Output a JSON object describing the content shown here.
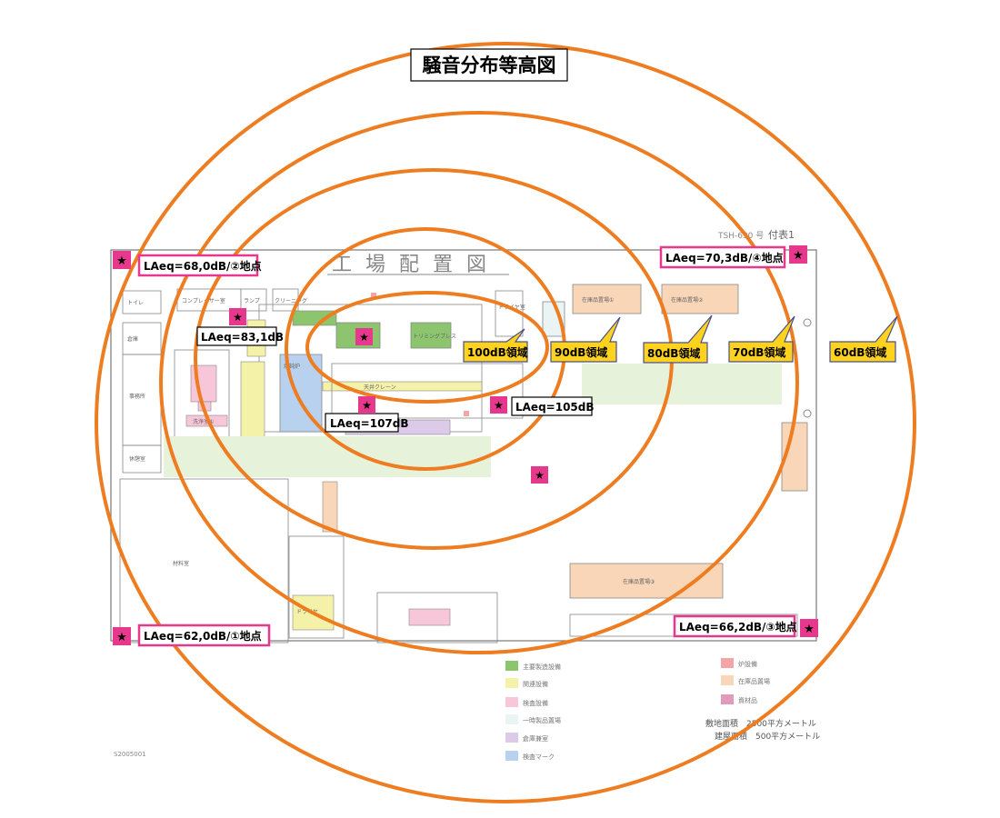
{
  "title": "騒音分布等高図",
  "doc_ref": "TSH-630 号",
  "doc_attachment": "付表1",
  "plan_title": "工 場 配 置 図",
  "page_code": "S2005001",
  "contour_labels": [
    "100dB領域",
    "90dB領域",
    "80dB領域",
    "70dB領域",
    "60dB領域"
  ],
  "measurements": {
    "p2": "LAeq=68,0dB/②地点",
    "p4": "LAeq=70,3dB/④地点",
    "p1": "LAeq=62,0dB/①地点",
    "p3": "LAeq=66,2dB/③地点",
    "m83": "LAeq=83,1dB",
    "m105": "LAeq=105dB",
    "m107": "LAeq=107dB"
  },
  "star_glyph": "★",
  "rooms": {
    "toilet": "トイレ",
    "compressor": "コンプレッサー室",
    "lamp": "ランプ",
    "cleaning": "クリーニング",
    "trimming": "トリミングプレス",
    "storage": "倉庫",
    "wash": "洗浄室①",
    "crane": "天井クレーン",
    "dryer": "ドライヤ",
    "office": "事務所",
    "anneal": "焼鈍炉",
    "break": "休憩室",
    "material": "材料室",
    "product1": "在庫品置場①",
    "product2": "在庫品置場②",
    "product3": "在庫品置場③",
    "drying_room": "ドライヤ室"
  },
  "legend_items": [
    "主要製造設備",
    "関連設備",
    "検査設備",
    "一時製品置場",
    "倉庫兼室",
    "検査マーク"
  ],
  "legend_items_right": [
    "炉設備",
    "在庫品置場",
    "資材品"
  ],
  "area_lines": [
    "敷地面積　2500平方メートル",
    "建屋面積　500平方メートル"
  ],
  "colors": {
    "contour": "#ee7d22",
    "marker": "#e6398e",
    "callout_fill": "#ffd21e",
    "callout_stroke": "#4a4f8c",
    "equipment_green": "#8dc56e",
    "yellow_area": "#f4f1a8",
    "pink_area": "#f7c6d8",
    "blue_area": "#b7d1ee",
    "orange_area": "#fad6b8",
    "lavender_area": "#dccbe8",
    "light_green_band": "#e7f2da"
  }
}
